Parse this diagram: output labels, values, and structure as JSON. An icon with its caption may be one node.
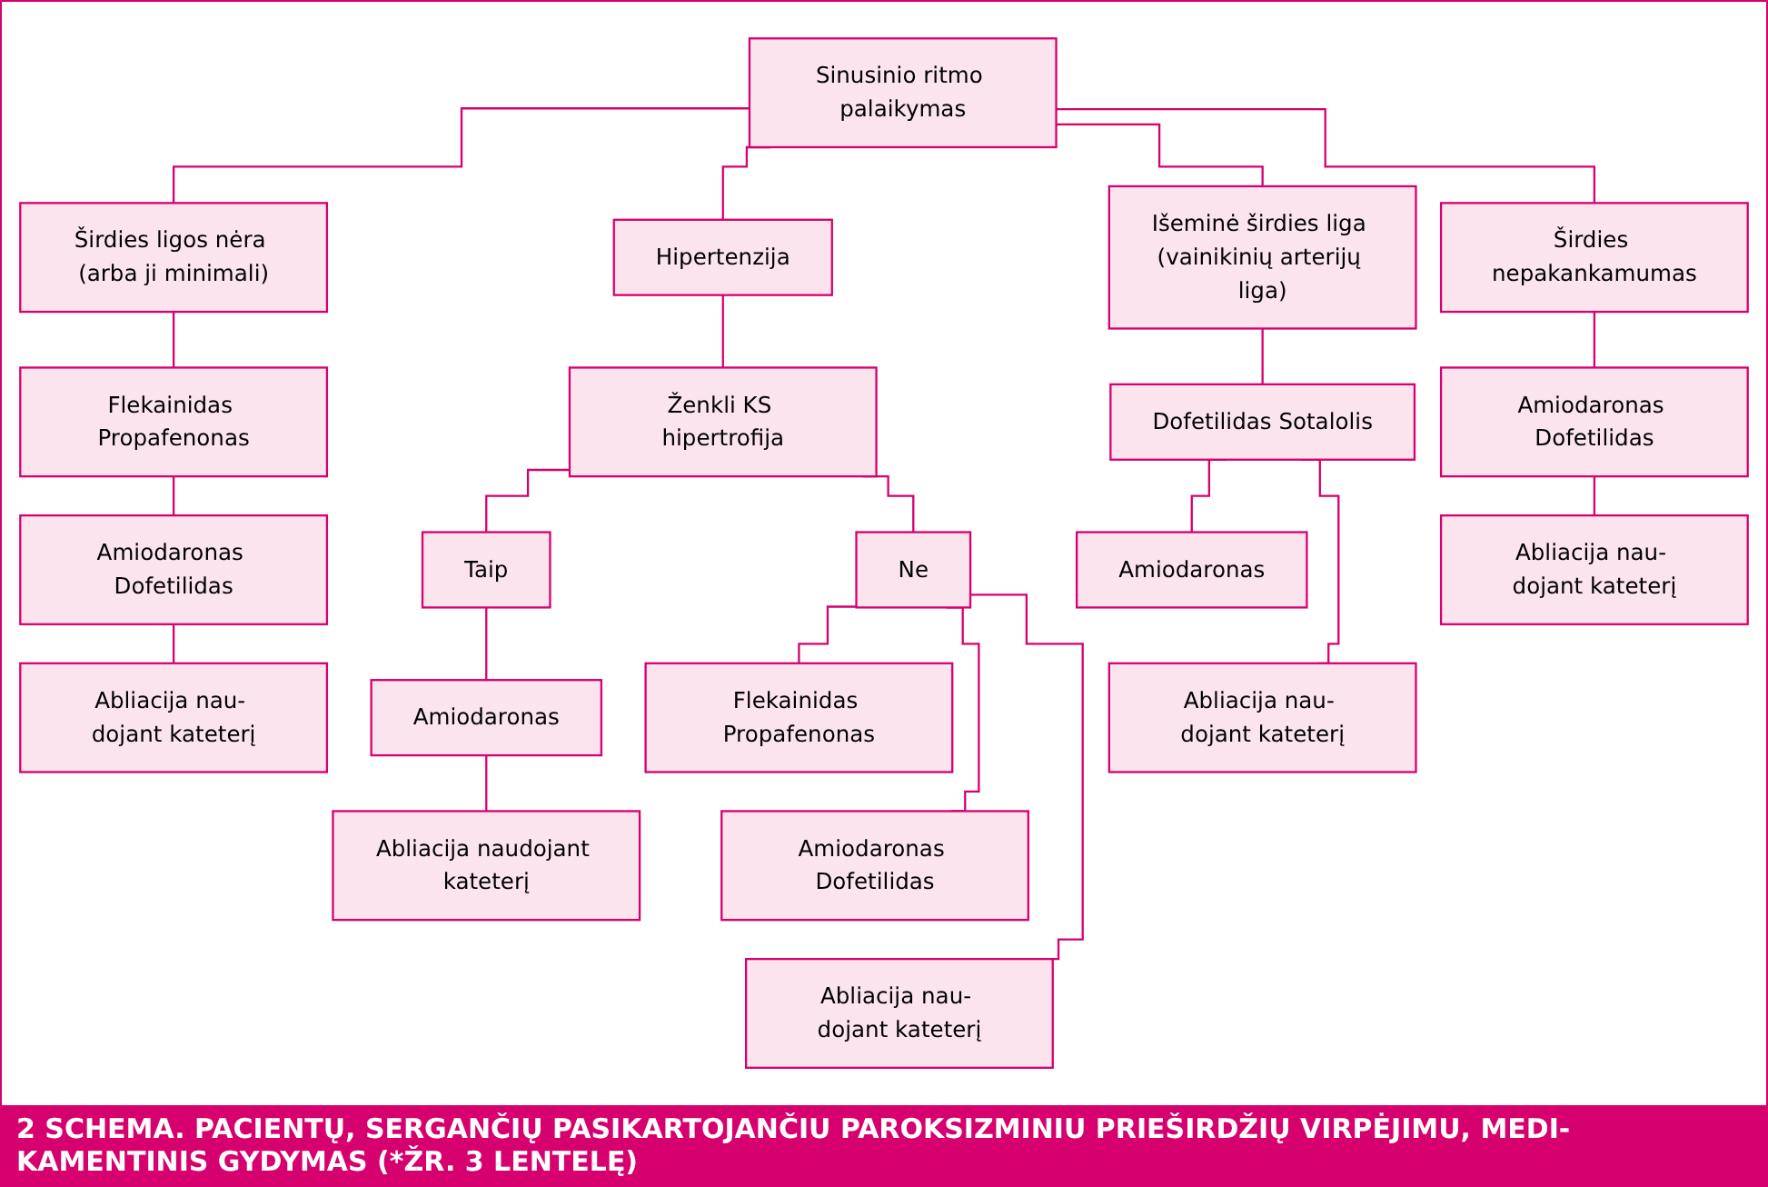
{
  "diagram": {
    "caption": "2 SCHEMA. PACIENTŲ, SERGANČIŲ PASIKARTOJANČIU PAROKSIZMINIU PRIEŠIRDŽIŲ VIRPĖJIMU, MEDI- KAMENTINIS GYDYMAS (*ŽR. 3 LENTELĘ)",
    "nodes": [
      {
        "text": [
          "Sinusinio ritmo palaikymas"
        ]
      },
      {
        "text": [
          "Širdies ligos nėra (arba ji minimali)"
        ]
      },
      {
        "text": [
          "Hipertenzija"
        ]
      },
      {
        "text": [
          "Išeminė širdies liga (vainikinių arterijų liga)"
        ]
      },
      {
        "text": [
          "Širdies nepakankamumas"
        ]
      },
      {
        "text": [
          "Flekainidas Propafenonas"
        ]
      },
      {
        "text": [
          "Amiodaronas Dofetilidas"
        ]
      },
      {
        "text": [
          "Abliacija nau- dojant kateterį"
        ]
      },
      {
        "text": [
          "Ženkli KS hipertrofija"
        ]
      },
      {
        "text": [
          "Taip"
        ]
      },
      {
        "text": [
          "Ne"
        ]
      },
      {
        "text": [
          "Amiodaronas"
        ]
      },
      {
        "text": [
          "Abliacija naudojant kateterį"
        ]
      },
      {
        "text": [
          "Flekainidas Propafenonas"
        ]
      },
      {
        "text": [
          "Amiodaronas Dofetilidas"
        ]
      },
      {
        "text": [
          "Abliacija nau- dojant kateterį"
        ]
      },
      {
        "text": [
          "Dofetilidas Sotalolis"
        ]
      },
      {
        "text": [
          "Amiodaronas"
        ]
      },
      {
        "text": [
          "Abliacija nau- dojant kateterį"
        ]
      },
      {
        "text": [
          "Amiodaronas Dofetilidas"
        ]
      },
      {
        "text": [
          "Abliacija nau- dojant kateterį"
        ]
      }
    ],
    "edges": [
      {
        "from": 0,
        "to": 1,
        "arrow": "none"
      },
      {
        "from": 0,
        "to": 2,
        "arrow": "none"
      },
      {
        "from": 0,
        "to": 3,
        "arrow": "none"
      },
      {
        "from": 0,
        "to": 4,
        "arrow": "none"
      },
      {
        "from": 1,
        "to": 5,
        "arrow": "none"
      },
      {
        "from": 5,
        "to": 6,
        "arrow": "none"
      },
      {
        "from": 6,
        "to": 7,
        "arrow": "none"
      },
      {
        "from": 2,
        "to": 8,
        "arrow": "none"
      },
      {
        "from": 8,
        "to": 9,
        "arrow": "none"
      },
      {
        "from": 8,
        "to": 10,
        "arrow": "none"
      },
      {
        "from": 9,
        "to": 11,
        "arrow": "none"
      },
      {
        "from": 11,
        "to": 12,
        "arrow": "none"
      },
      {
        "from": 10,
        "to": 13,
        "arrow": "none"
      },
      {
        "from": 10,
        "to": 14,
        "arrow": "none"
      },
      {
        "from": 10,
        "to": 15,
        "arrow": "none"
      },
      {
        "from": 3,
        "to": 16,
        "arrow": "none"
      },
      {
        "from": 16,
        "to": 17,
        "arrow": "none"
      },
      {
        "from": 16,
        "to": 18,
        "arrow": "none"
      },
      {
        "from": 4,
        "to": 19,
        "arrow": "none"
      },
      {
        "from": 19,
        "to": 20,
        "arrow": "none"
      }
    ]
  }
}
